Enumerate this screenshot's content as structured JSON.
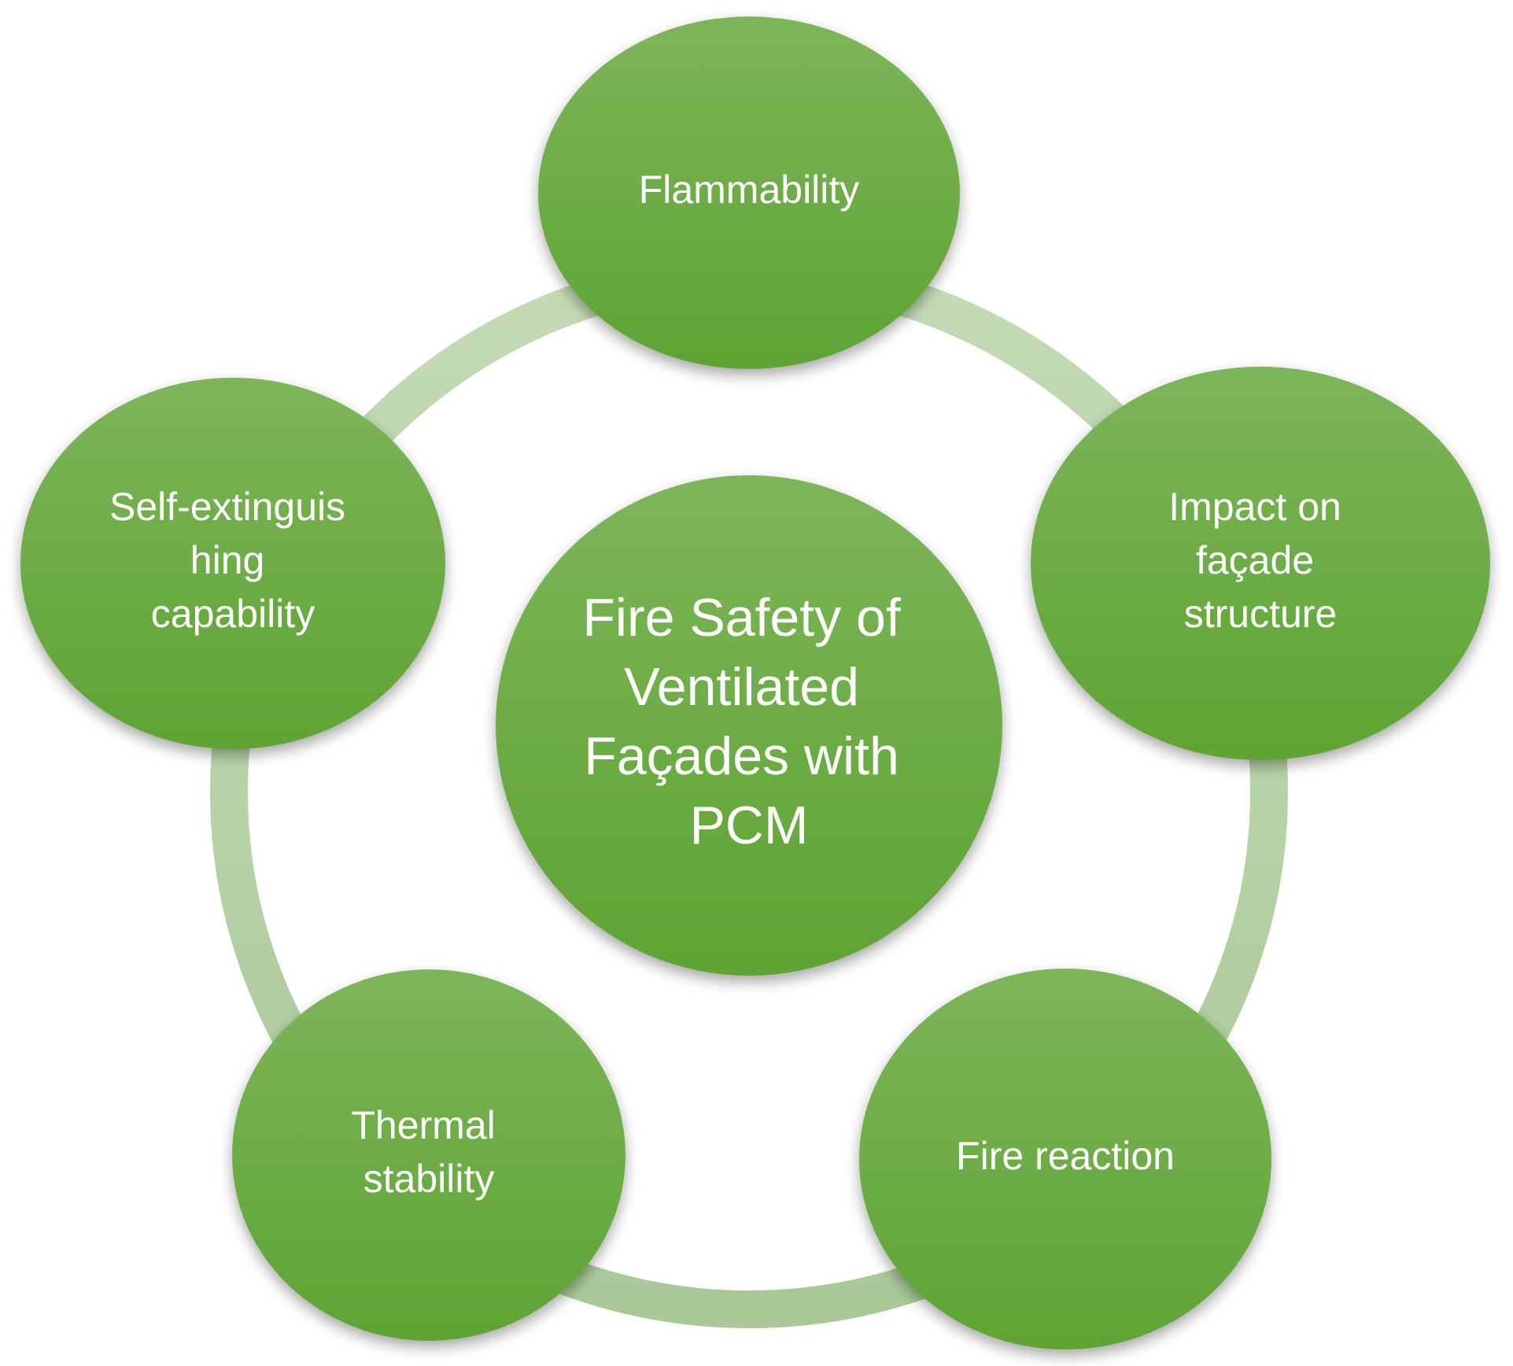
{
  "center": {
    "label_lines": [
      "Fire Safety of",
      "Ventilated",
      "Façades with",
      "PCM"
    ]
  },
  "nodes": [
    {
      "id": "flammability",
      "label_lines": [
        "Flammability"
      ]
    },
    {
      "id": "impact-on-facade-structure",
      "label_lines": [
        "Impact on",
        "façade",
        "structure"
      ]
    },
    {
      "id": "fire-reaction",
      "label_lines": [
        "Fire reaction"
      ]
    },
    {
      "id": "thermal-stability",
      "label_lines": [
        "Thermal",
        "stability"
      ]
    },
    {
      "id": "self-extinguishing-capability",
      "label_lines": [
        "Self-extinguis",
        "hing",
        "capability"
      ]
    }
  ],
  "colors": {
    "node_fill_top": "#7db55a",
    "node_fill_bottom": "#5ea433",
    "ring": "#b5d2a4"
  }
}
